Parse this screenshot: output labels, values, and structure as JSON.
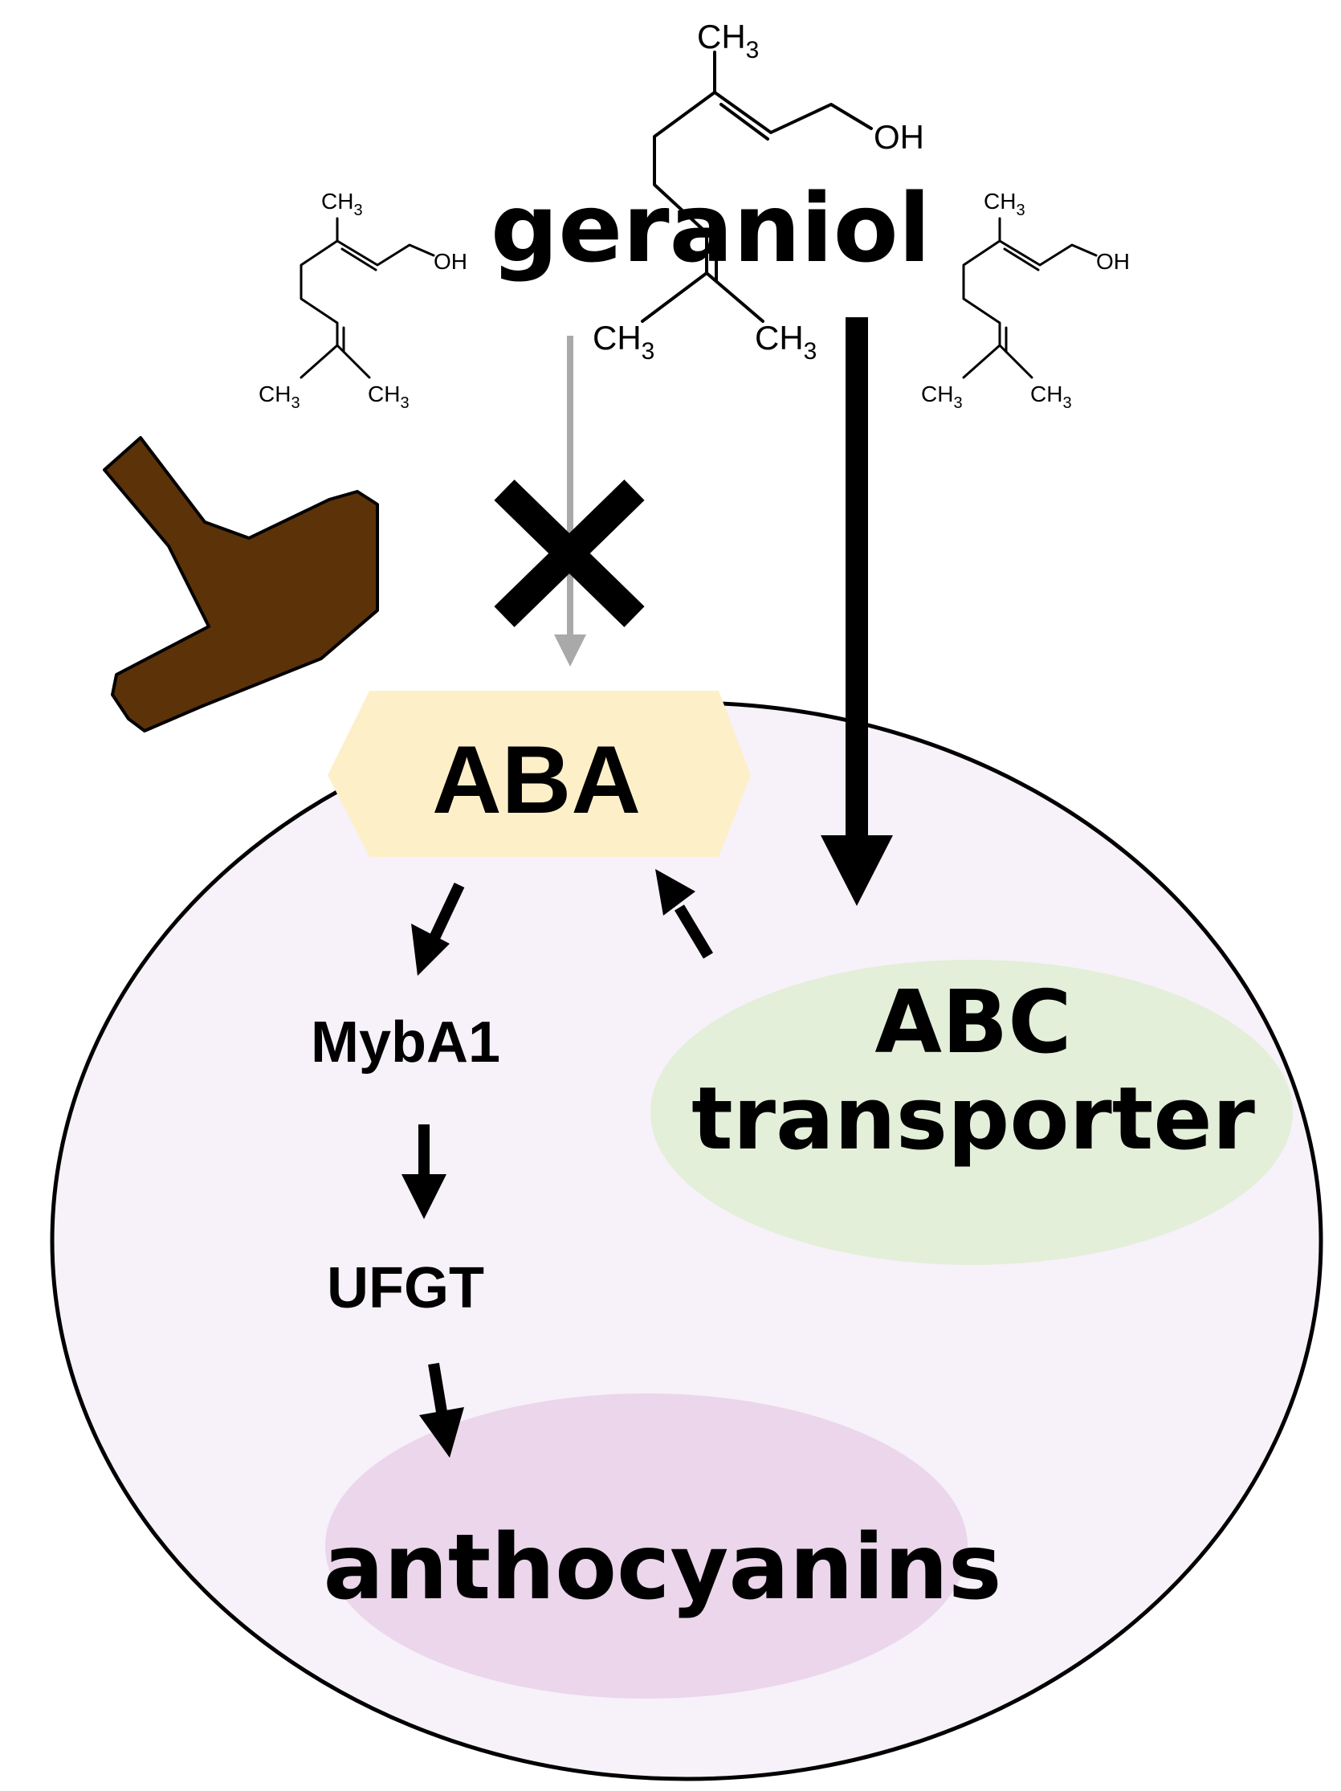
{
  "labels": {
    "geraniol": "geraniol",
    "aba": "ABA",
    "myba1": "MybA1",
    "ufgt": "UFGT",
    "abc_line1": "ABC",
    "abc_line2": "transporter",
    "anthocyanins": "anthocyanins"
  },
  "chem": {
    "ch3": "CH",
    "sub3": "3",
    "oh": "OH"
  },
  "colors": {
    "cell_fill": "#f7f1f9",
    "aba_fill": "#fdf0c9",
    "abc_fill": "#e3efd9",
    "anthocyanin_fill": "#ebd6ec",
    "stem": "#5c3209",
    "blocked_arrow": "#a9a9a9"
  }
}
